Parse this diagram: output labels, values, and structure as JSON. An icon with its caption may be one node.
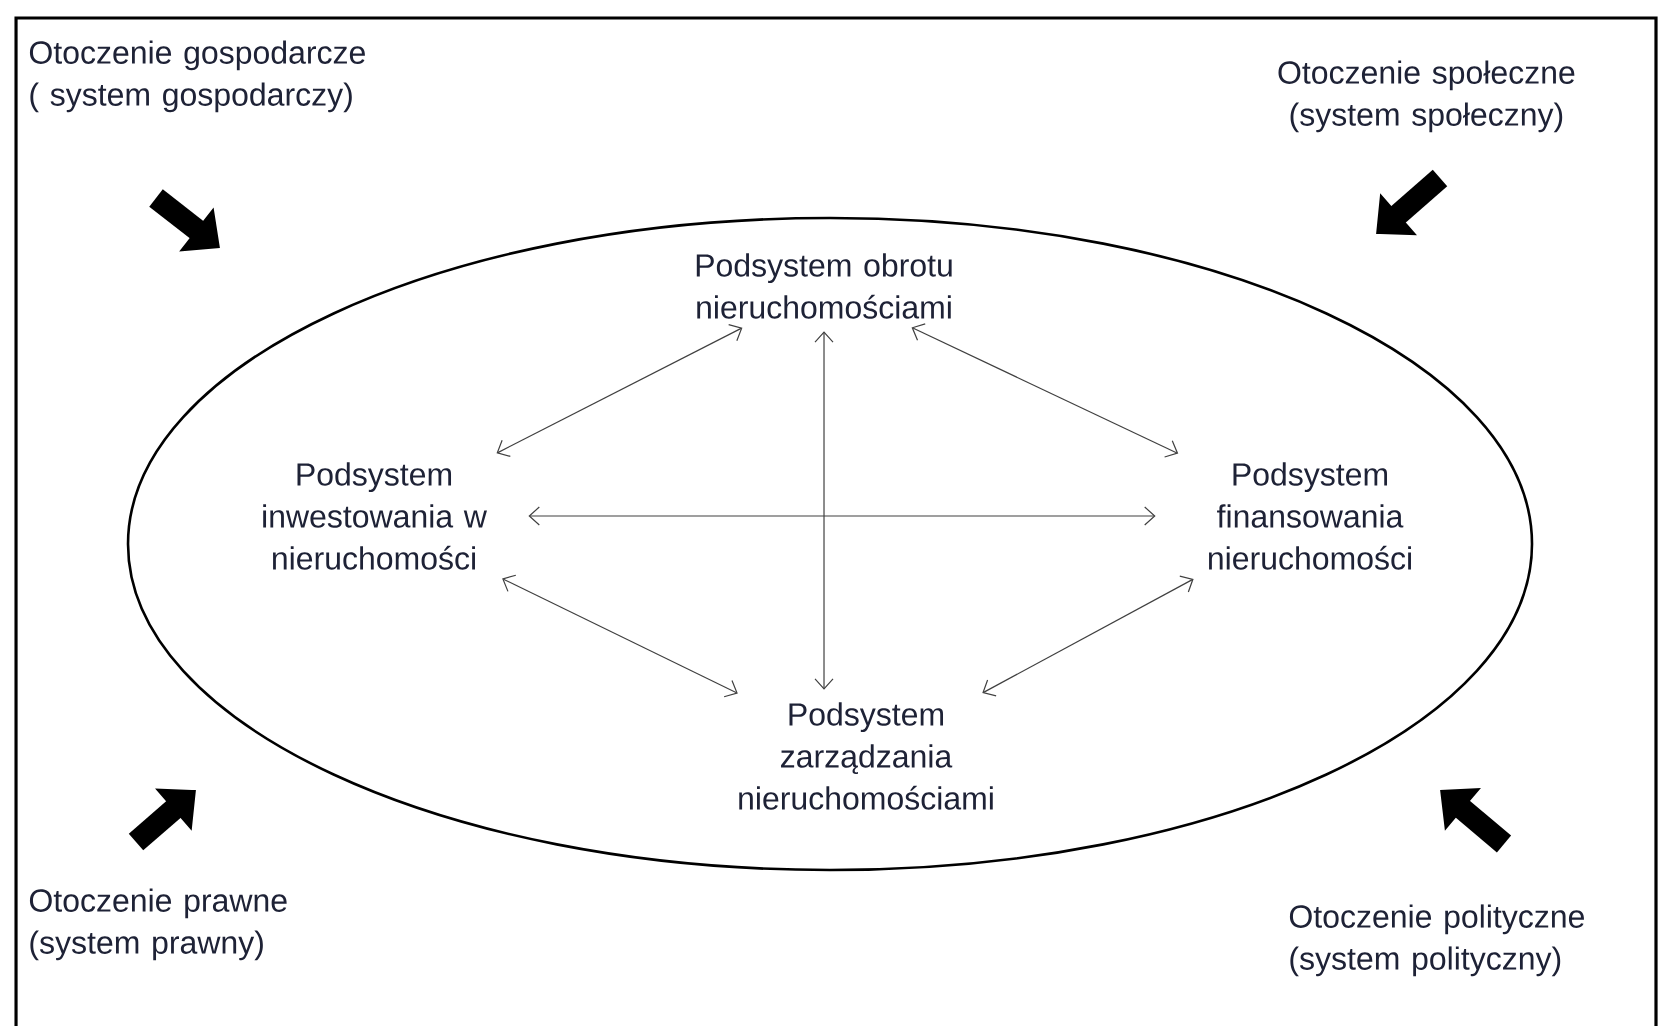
{
  "diagram": {
    "nodes": [
      {
        "text": [],
        "shape": "ellipse"
      },
      {
        "text": [
          "Podsystem obrotu nieruchomościami"
        ],
        "in": 0
      },
      {
        "text": [
          "Podsystem inwestowania w nieruchomości"
        ],
        "in": 0
      },
      {
        "text": [
          "Podsystem finansowania nieruchomości"
        ],
        "in": 0
      },
      {
        "text": [
          "Podsystem zarządzania nieruchomościami"
        ],
        "in": 0
      }
    ],
    "edges": [
      {
        "from": 1,
        "to": 2,
        "arrow": "both"
      },
      {
        "from": 1,
        "to": 3,
        "arrow": "both"
      },
      {
        "from": 2,
        "to": 3,
        "arrow": "both"
      },
      {
        "from": 1,
        "to": 4,
        "arrow": "both"
      },
      {
        "from": 2,
        "to": 4,
        "arrow": "both"
      },
      {
        "from": 4,
        "to": 3,
        "arrow": "both"
      }
    ],
    "labels": [
      "Otoczenie gospodarcze ( system gospodarczy)",
      "Otoczenie społeczne (system społeczny)",
      "Otoczenie prawne (system prawny)",
      "Otoczenie polityczne (system polityczny)"
    ]
  }
}
